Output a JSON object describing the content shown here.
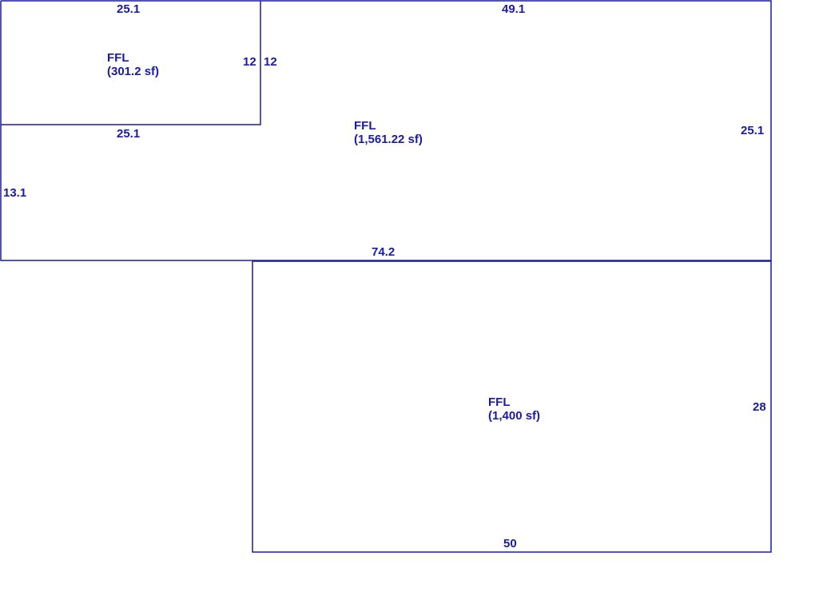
{
  "colors": {
    "line": "#1a1aa6",
    "background": "#ffffff"
  },
  "areas": [
    {
      "id": "small",
      "name": "FFL",
      "area": "(301.2 sf)"
    },
    {
      "id": "large",
      "name": "FFL",
      "area": "(1,561.22 sf)"
    },
    {
      "id": "bottom",
      "name": "FFL",
      "area": "(1,400 sf)"
    }
  ],
  "dimensions": {
    "small_top": "25.1",
    "small_bottom": "25.1",
    "small_right": "12",
    "large_left_inner": "12",
    "large_top": "49.1",
    "large_right": "25.1",
    "large_left": "13.1",
    "large_bottom": "74.2",
    "bottom_right": "28",
    "bottom_bottom": "50"
  }
}
